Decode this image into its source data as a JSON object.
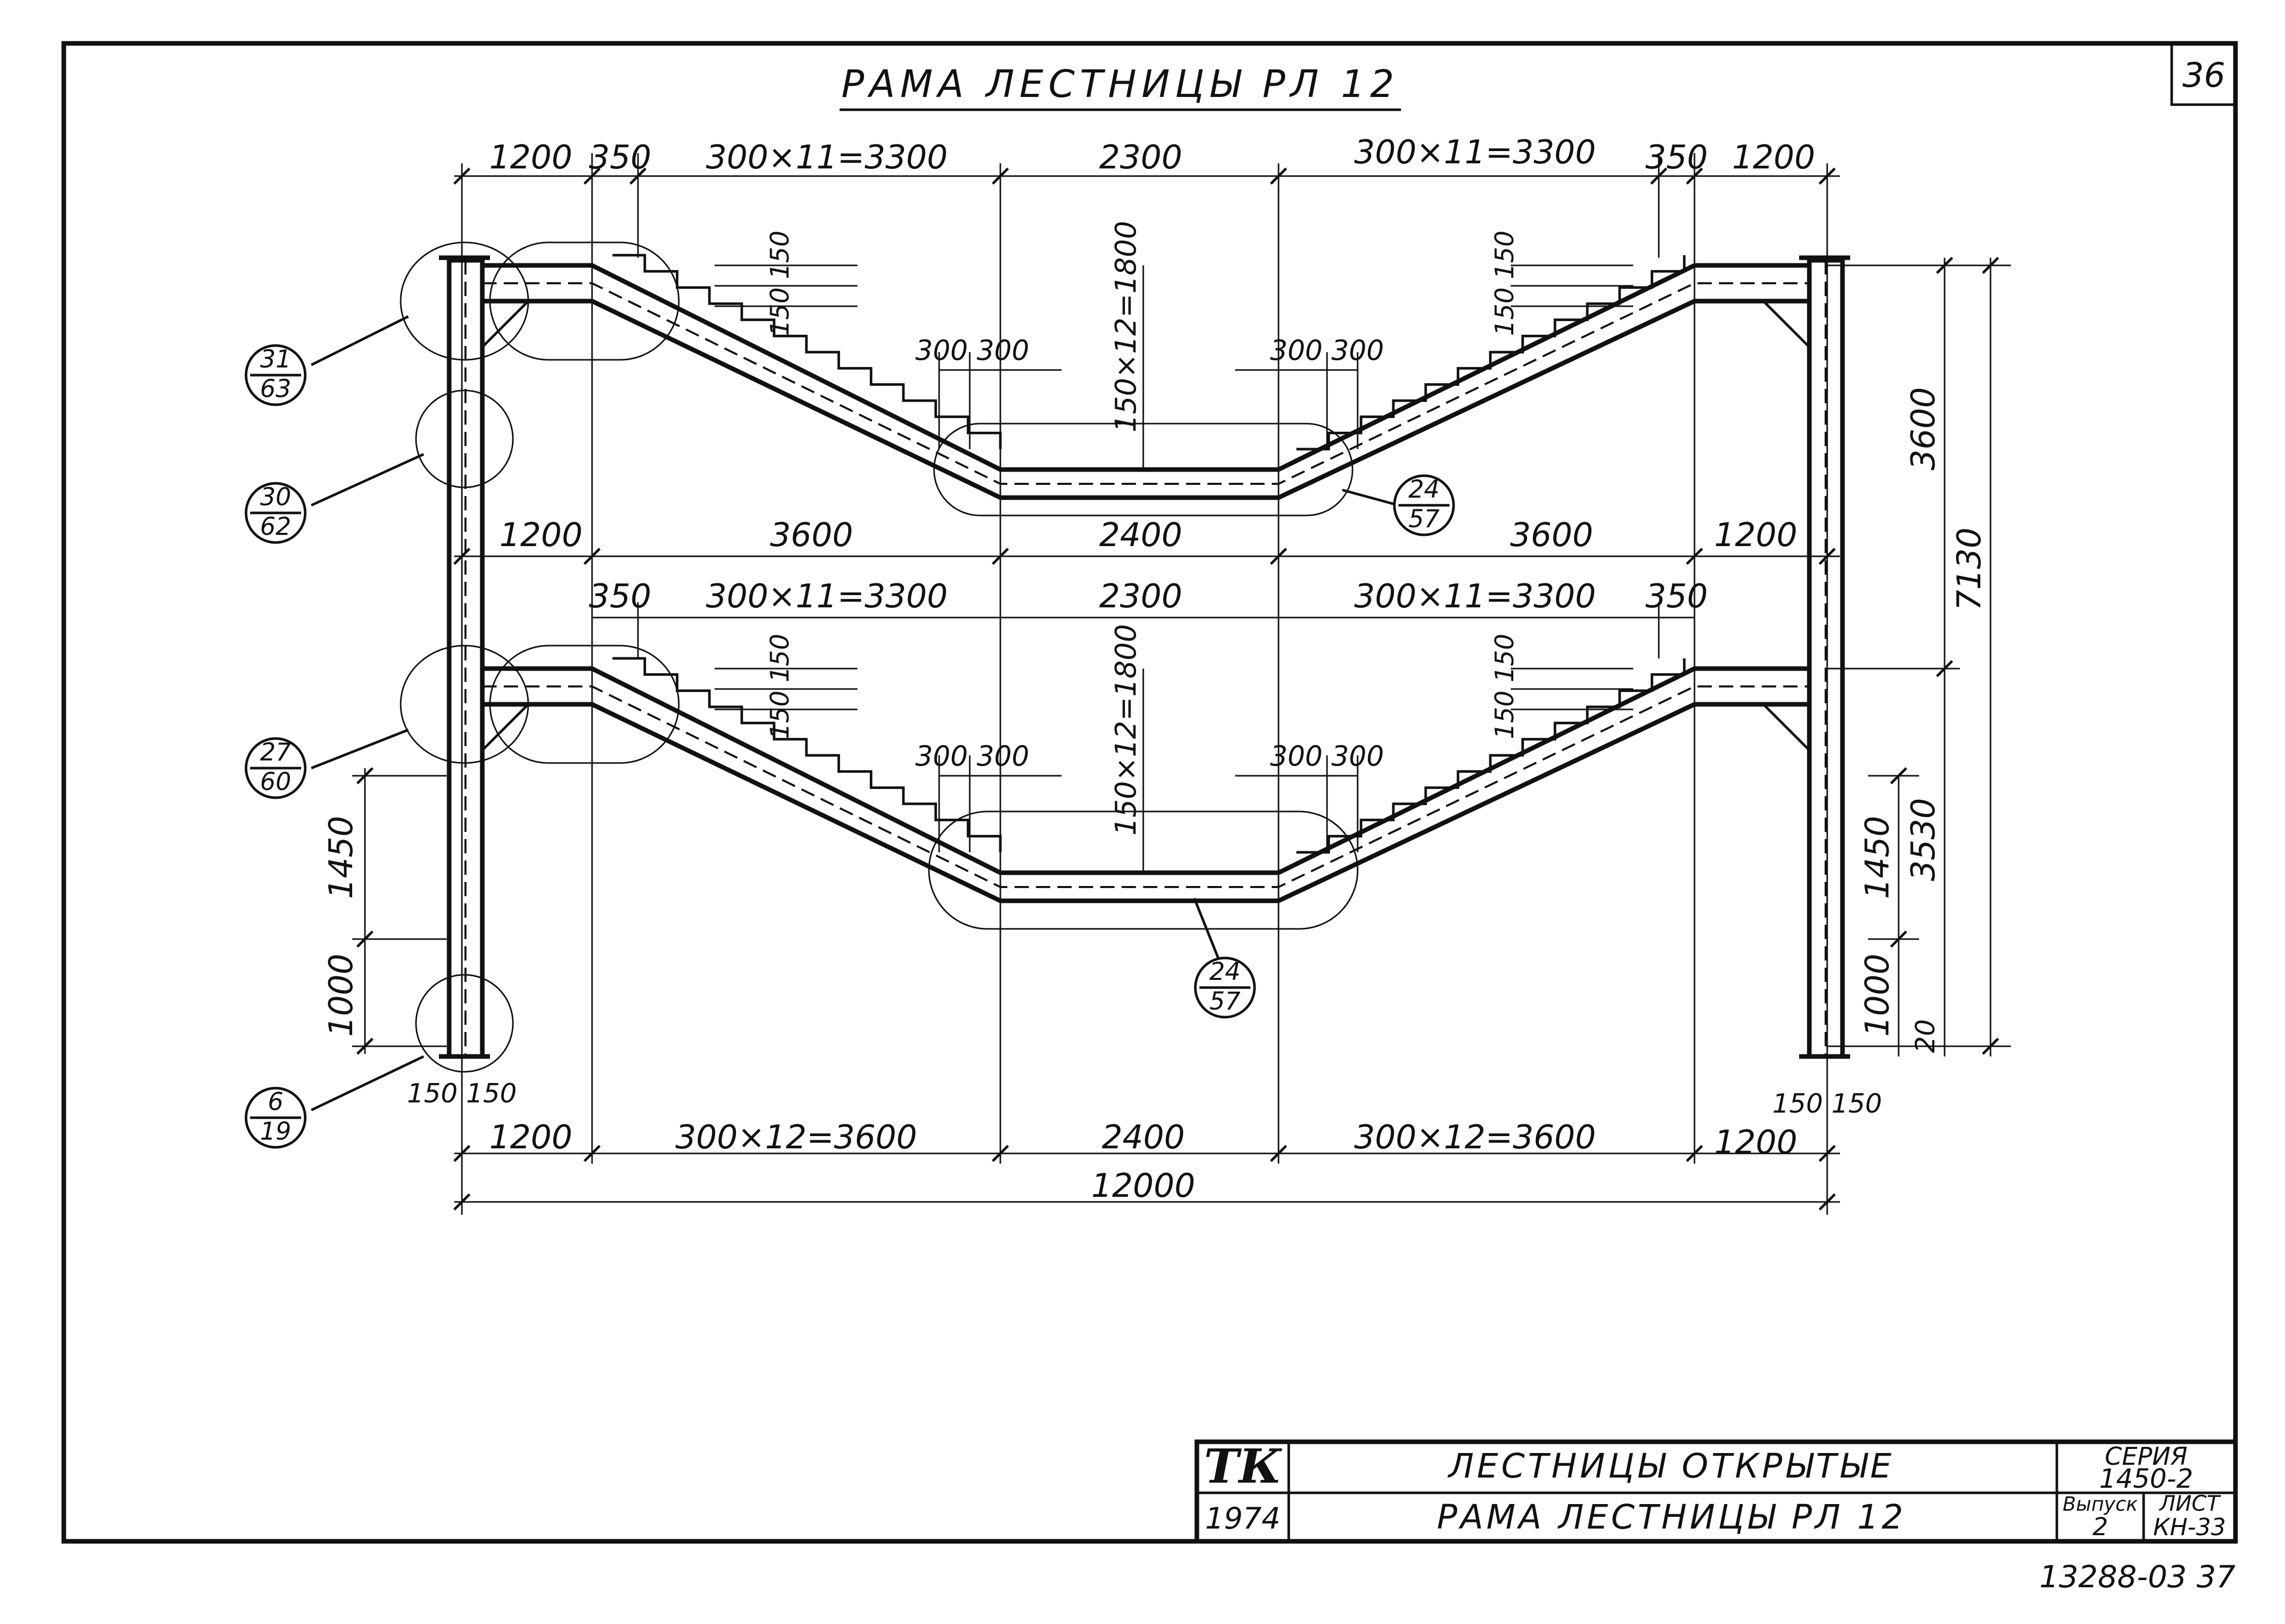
{
  "sheet": {
    "title": "РАМА ЛЕСТНИЦЫ РЛ 12",
    "page_number": "36",
    "stamp_number": "13288-03 37"
  },
  "title_block": {
    "logo": "ТК",
    "year": "1974",
    "line1": "ЛЕСТНИЦЫ ОТКРЫТЫЕ",
    "line2": "РАМА ЛЕСТНИЦЫ РЛ 12",
    "series_label": "СЕРИЯ",
    "series_value": "1450-2",
    "issue_label": "Выпуск",
    "issue_value": "2",
    "sheet_label": "ЛИСТ",
    "sheet_value": "КН-33"
  },
  "dimensions": {
    "top_upper": [
      "1200",
      "350",
      "300×11=3300",
      "2300",
      "300×11=3300",
      "350",
      "1200"
    ],
    "mid_lower": [
      "1200",
      "3600",
      "2400",
      "3600",
      "1200"
    ],
    "top_second": [
      "350",
      "300×11=3300",
      "2300",
      "300×11=3300",
      "350"
    ],
    "bottom_row": [
      "1200",
      "300×12=3600",
      "2400",
      "300×12=3600",
      "1200"
    ],
    "total": "12000",
    "riser_small": "150",
    "riser_pair": "150 150",
    "riser_total": "150×12=1800",
    "tread_pair": "300 300",
    "right_vertical": [
      "3600",
      "7130",
      "3530",
      "1450",
      "1000",
      "20"
    ],
    "left_vertical": [
      "1450",
      "1000"
    ],
    "column_base": "150 150"
  },
  "callouts": [
    {
      "top": "31",
      "bottom": "63"
    },
    {
      "top": "30",
      "bottom": "62"
    },
    {
      "top": "24",
      "bottom": "57"
    },
    {
      "top": "27",
      "bottom": "60"
    },
    {
      "top": "24",
      "bottom": "57"
    },
    {
      "top": "6",
      "bottom": "19"
    }
  ]
}
